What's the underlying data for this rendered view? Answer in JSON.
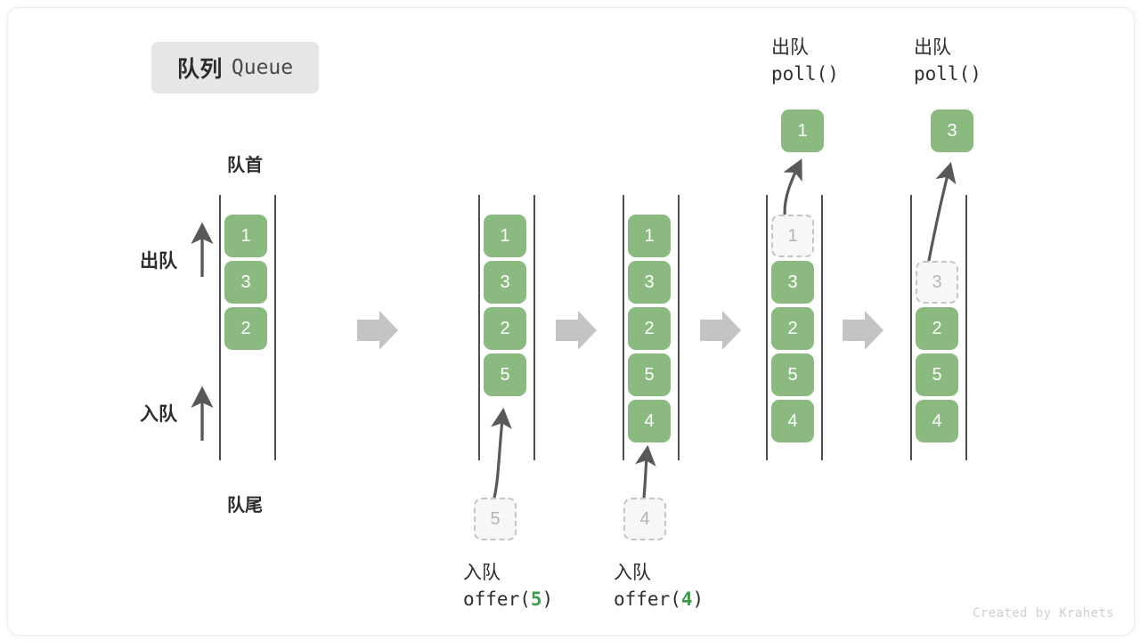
{
  "title": {
    "cn": "队列",
    "en": "Queue"
  },
  "labels": {
    "head": "队首",
    "tail": "队尾",
    "dequeue": "出队",
    "enqueue": "入队"
  },
  "colors": {
    "cell_fill": "#8bba80",
    "cell_text": "#ffffff",
    "ghost_fill": "#f7f7f7",
    "ghost_border": "#c5c5c5",
    "ghost_text": "#b4b4b4",
    "rail": "#4d4d4d",
    "flow_arrow": "#c4c4c4",
    "op_arrow": "#595959",
    "accent_arg": "#3f9a4e",
    "badge_bg": "#e6e6e6"
  },
  "icons": {
    "flow": "right-arrow-icon",
    "enqueue_arrow": "curved-up-arrow-icon",
    "dequeue_arrow": "curved-up-arrow-icon",
    "direction_up": "up-arrow-icon"
  },
  "columns": [
    {
      "id": "state-initial",
      "cells": [
        "1",
        "3",
        "2"
      ],
      "ghost_index": null,
      "ghost_value": null,
      "popped_value": null,
      "caption_cn": null,
      "caption_code": null
    },
    {
      "id": "state-after-offer-5",
      "cells": [
        "1",
        "3",
        "2",
        "5"
      ],
      "ghost_index": null,
      "ghost_value": null,
      "popped_value": null,
      "incoming_value": "5",
      "caption_cn": "入队",
      "caption_code": "offer(",
      "caption_arg": "5",
      "caption_code_end": ")"
    },
    {
      "id": "state-after-offer-4",
      "cells": [
        "1",
        "3",
        "2",
        "5",
        "4"
      ],
      "ghost_index": null,
      "ghost_value": null,
      "popped_value": null,
      "incoming_value": "4",
      "caption_cn": "入队",
      "caption_code": "offer(",
      "caption_arg": "4",
      "caption_code_end": ")"
    },
    {
      "id": "state-poll-1",
      "cells": [
        "3",
        "2",
        "5",
        "4"
      ],
      "ghost_index": 0,
      "ghost_value": "1",
      "popped_value": "1",
      "caption_cn": "出队",
      "caption_code": "poll()",
      "caption_arg": "",
      "caption_code_end": ""
    },
    {
      "id": "state-poll-3",
      "cells": [
        "2",
        "5",
        "4"
      ],
      "ghost_index": 1,
      "ghost_value": "3",
      "popped_value": "3",
      "caption_cn": "出队",
      "caption_code": "poll()",
      "caption_arg": "",
      "caption_code_end": ""
    }
  ],
  "credit": "Created by Krahets"
}
